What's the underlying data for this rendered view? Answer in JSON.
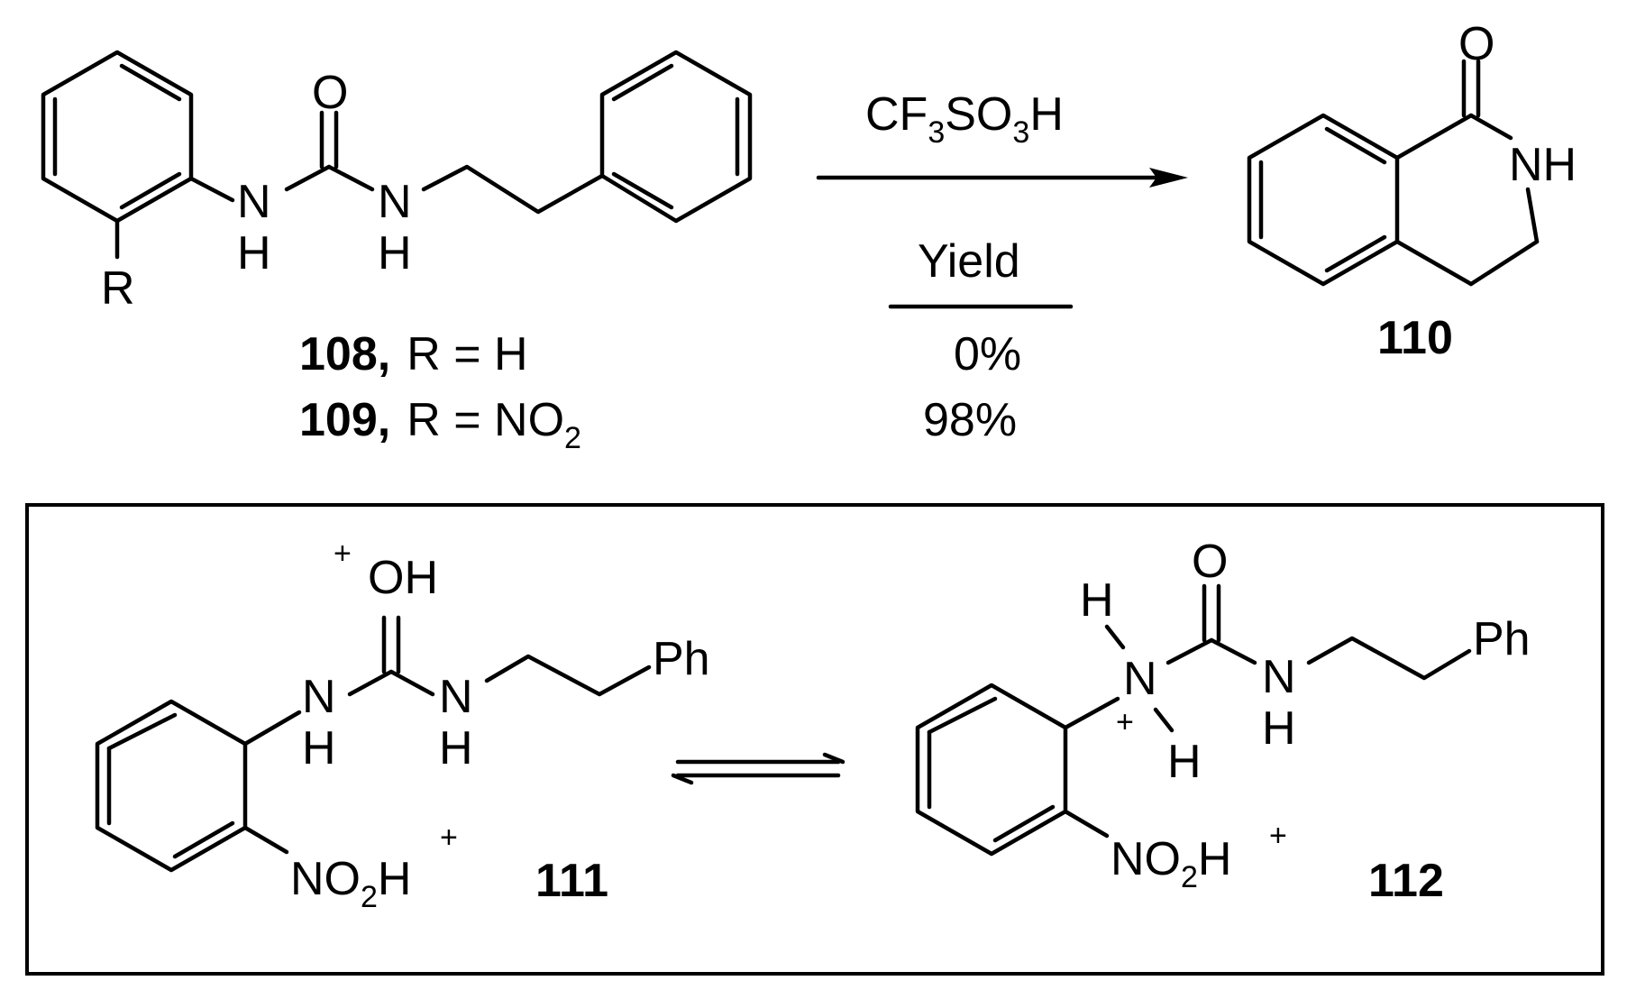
{
  "reaction": {
    "reagent_parts": [
      "CF",
      "3",
      "SO",
      "3",
      "H"
    ],
    "yield_header": "Yield",
    "yields": [
      "0%",
      "98%"
    ]
  },
  "compounds": {
    "c108": {
      "id": "108,",
      "rest": "R = H"
    },
    "c109": {
      "id": "109,",
      "rest_parts": [
        "R = NO",
        "2"
      ]
    },
    "c110": "110",
    "c111": "111",
    "c112": "112"
  },
  "atoms": {
    "O": "O",
    "N": "N",
    "H": "H",
    "NH": "NH",
    "R": "R",
    "OH": "OH",
    "Ph": "Ph",
    "plus": "+",
    "NO2H": [
      "NO",
      "2",
      "H"
    ]
  }
}
